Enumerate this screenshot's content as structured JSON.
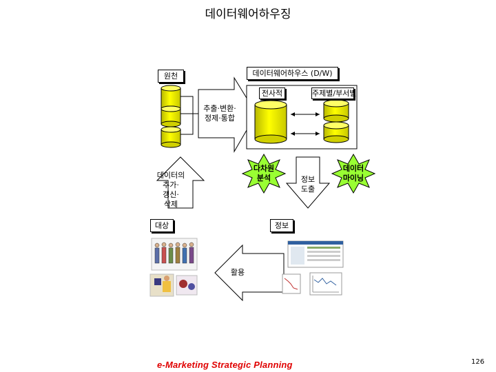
{
  "title": "데이터웨어하우징",
  "source_label": "원천",
  "dw_label": "데이터웨어하우스 (D/W)",
  "enterprise_label": "전사적",
  "subject_label": "주제별/부서별",
  "etl_label": "추출·변환·\n정제·통합",
  "update_label": "데이터의\n추가·\n갱신·\n삭제",
  "olap_label": "다차원\n분석",
  "derive_label": "정보\n도출",
  "mining_label": "데이터\n마이닝",
  "target_label": "대상",
  "info_label": "정보",
  "use_label": "활용",
  "footer": "e-Marketing Strategic Planning",
  "page_number": "126",
  "colors": {
    "cylinder": "#ffff00",
    "burst": "#99ff33",
    "arrow_fill": "#ffffff"
  },
  "icons": [
    "database-cylinder-icon",
    "people-group-icon",
    "report-screenshot-icon",
    "chart-document-icon"
  ]
}
